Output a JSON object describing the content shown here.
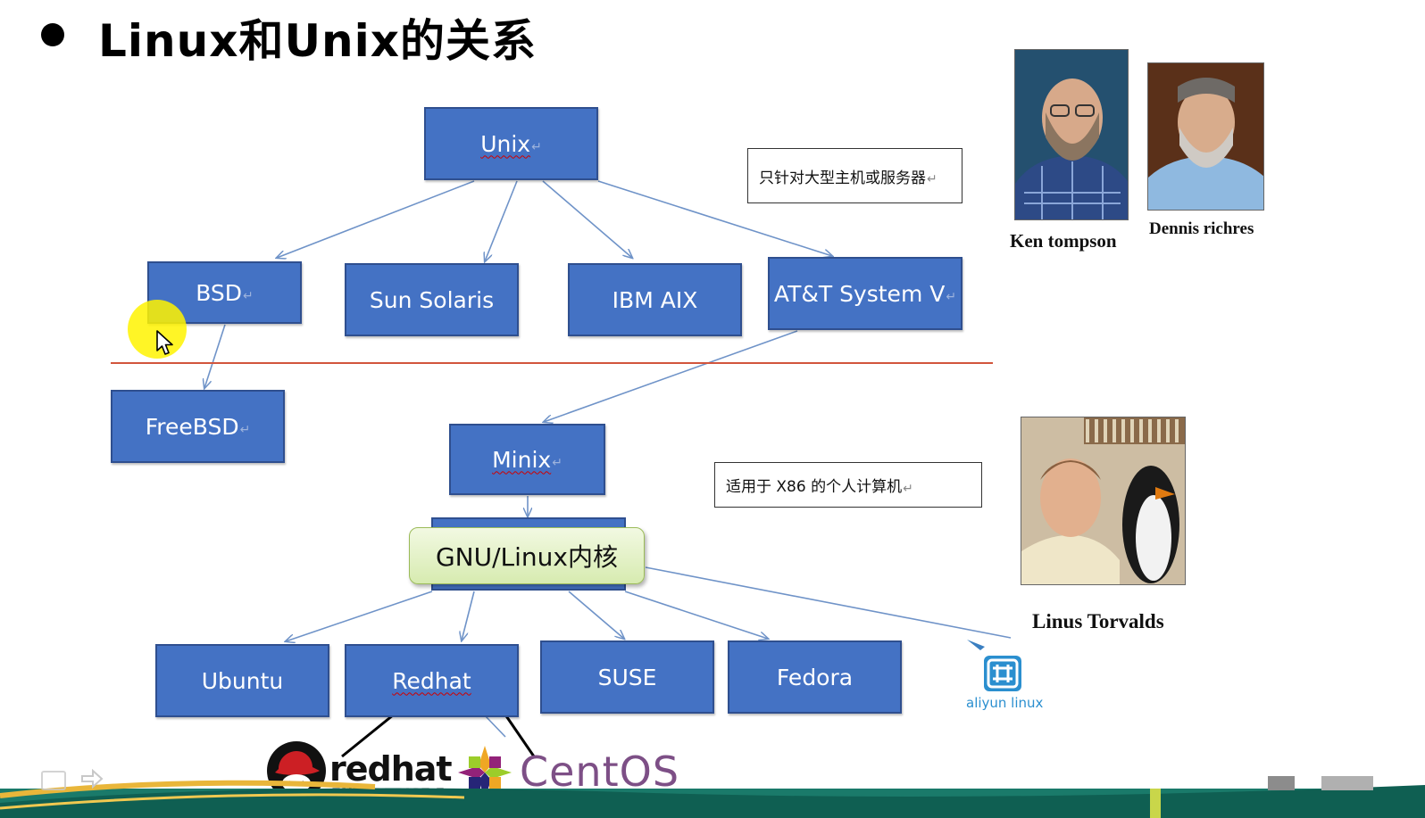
{
  "slide": {
    "title": "Linux和Unix的关系"
  },
  "nodes": {
    "unix": "Unix",
    "bsd": "BSD",
    "sun_solaris": "Sun Solaris",
    "ibm_aix": "IBM AIX",
    "att_system_v": "AT&T System V",
    "freebsd": "FreeBSD",
    "minix": "Minix",
    "gnu_linux_kernel": "GNU/Linux内核",
    "ubuntu": "Ubuntu",
    "redhat": "Redhat",
    "suse": "SUSE",
    "fedora": "Fedora"
  },
  "notes": {
    "unix_note": "只针对大型主机或服务器",
    "minix_note": "适用于 X86 的个人计算机"
  },
  "people": {
    "ken": "Ken tompson",
    "dennis": "Dennis richres",
    "linus": "Linus Torvalds"
  },
  "logos": {
    "redhat_name": "redhat",
    "redhat_sub": "ENTERPRISE 5",
    "centos_name": "CentOS",
    "aliyun_name": "aliyun linux"
  },
  "colors": {
    "box_fill": "#4472c4",
    "arrow": "#6f93c8",
    "divider": "#d2553c",
    "kernel_fill": "#e6f3c8",
    "highlight": "#fff300"
  }
}
